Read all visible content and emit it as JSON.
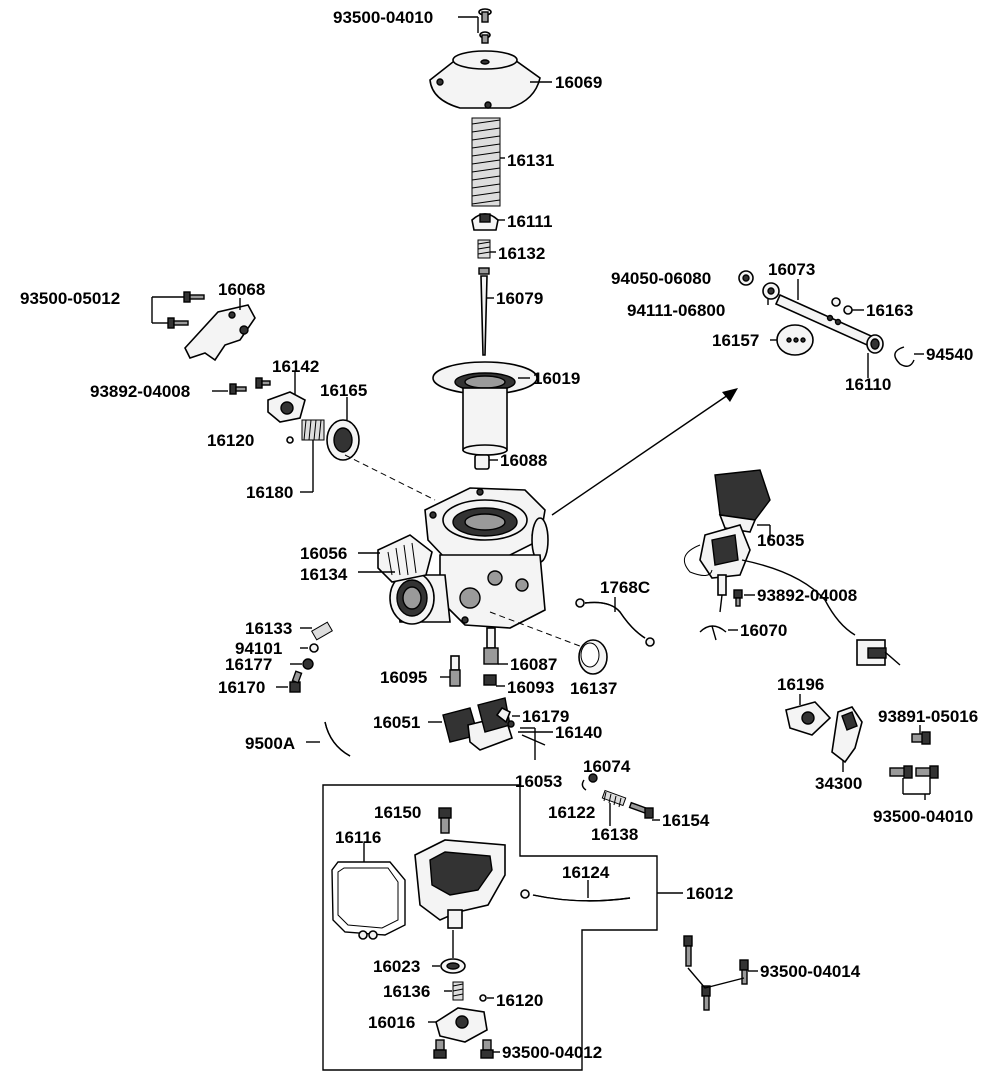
{
  "labels": {
    "l93500_04010_top": "93500-04010",
    "l16069": "16069",
    "l16131": "16131",
    "l16111": "16111",
    "l16132": "16132",
    "l16079": "16079",
    "l16019": "16019",
    "l16088": "16088",
    "l93500_05012": "93500-05012",
    "l16068": "16068",
    "l16142": "16142",
    "l93892_04008_left": "93892-04008",
    "l16165": "16165",
    "l16120_left": "16120",
    "l16180": "16180",
    "l94050_06080": "94050-06080",
    "l16073": "16073",
    "l94111_06800": "94111-06800",
    "l16163": "16163",
    "l16157": "16157",
    "l94540": "94540",
    "l16110": "16110",
    "l16035": "16035",
    "l16056": "16056",
    "l16134": "16134",
    "l1768C": "1768C",
    "l93892_04008_right": "93892-04008",
    "l16070": "16070",
    "l16133": "16133",
    "l94101": "94101",
    "l16177": "16177",
    "l16170": "16170",
    "l16087": "16087",
    "l16095": "16095",
    "l16093": "16093",
    "l16137": "16137",
    "l16196": "16196",
    "l93891_05016": "93891-05016",
    "l34300": "34300",
    "l93500_04010_right": "93500-04010",
    "l16179": "16179",
    "l16140": "16140",
    "l9500A": "9500A",
    "l16051": "16051",
    "l16053": "16053",
    "l16074": "16074",
    "l16122": "16122",
    "l16154": "16154",
    "l16138": "16138",
    "l16150": "16150",
    "l16116": "16116",
    "l16124": "16124",
    "l16012": "16012",
    "l16023": "16023",
    "l16136": "16136",
    "l16120_bottom": "16120",
    "l16016": "16016",
    "l93500_04012": "93500-04012",
    "l93500_04014": "93500-04014"
  }
}
